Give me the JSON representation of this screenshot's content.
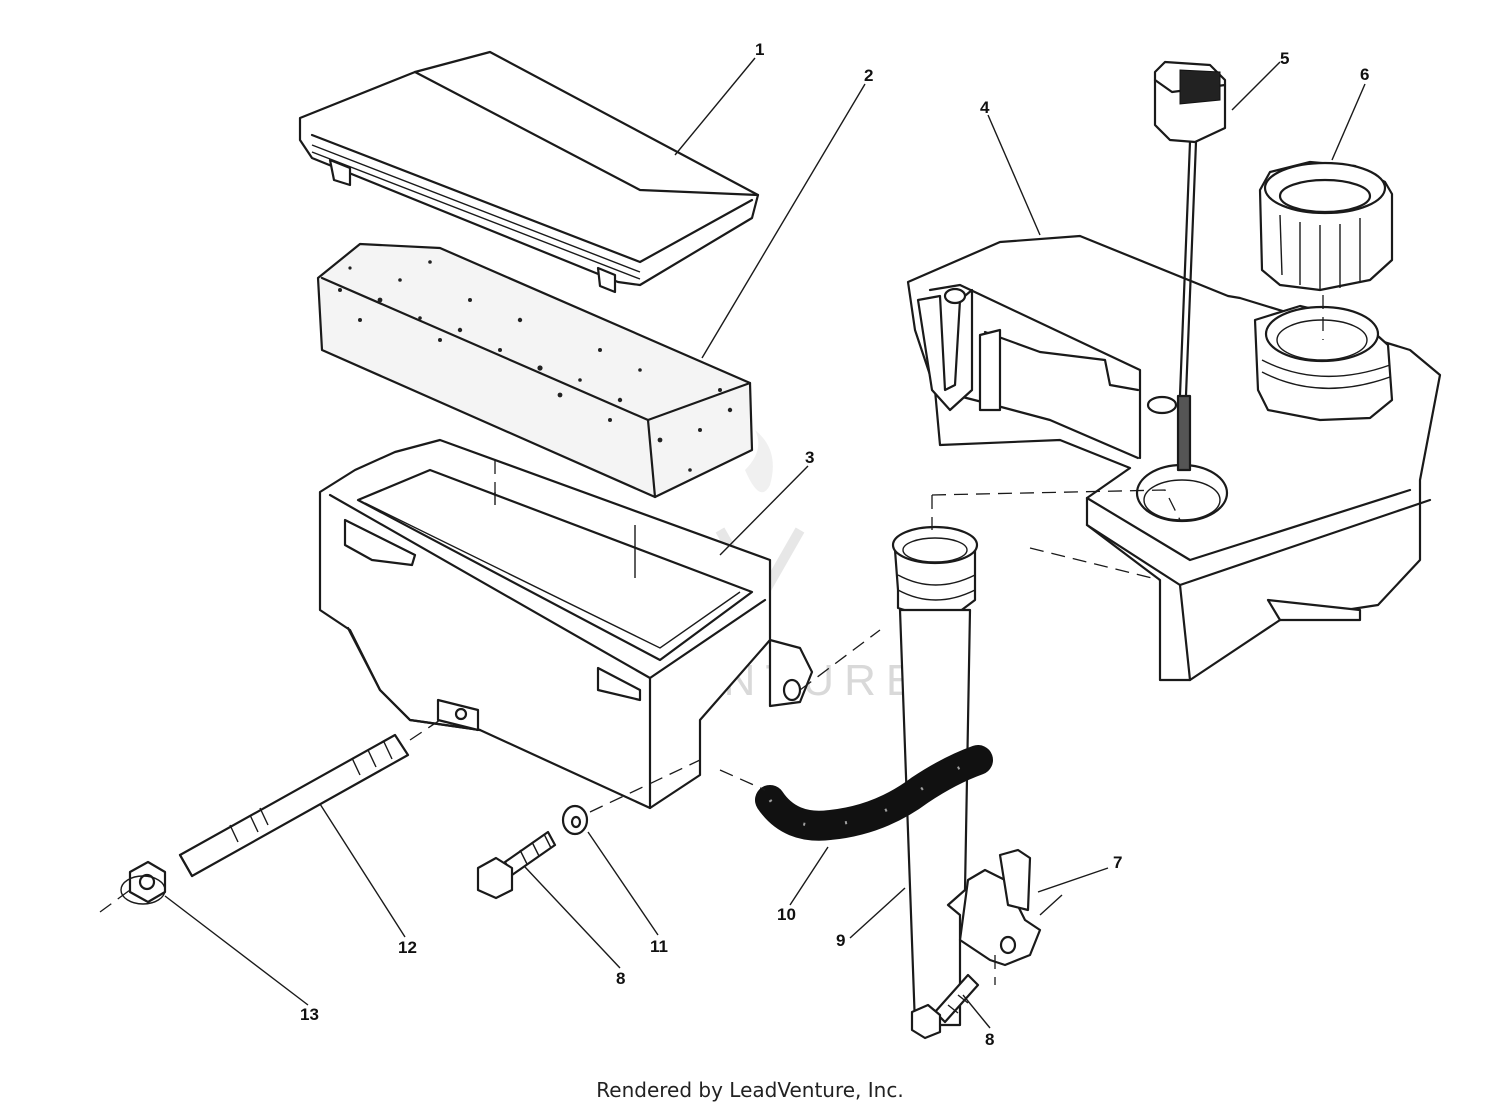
{
  "diagram": {
    "callouts": [
      {
        "id": "1",
        "label": "1"
      },
      {
        "id": "2",
        "label": "2"
      },
      {
        "id": "3",
        "label": "3"
      },
      {
        "id": "4",
        "label": "4"
      },
      {
        "id": "5",
        "label": "5"
      },
      {
        "id": "6",
        "label": "6"
      },
      {
        "id": "7",
        "label": "7"
      },
      {
        "id": "8a",
        "label": "8"
      },
      {
        "id": "8b",
        "label": "8"
      },
      {
        "id": "9",
        "label": "9"
      },
      {
        "id": "10",
        "label": "10"
      },
      {
        "id": "11",
        "label": "11"
      },
      {
        "id": "12",
        "label": "12"
      },
      {
        "id": "13",
        "label": "13"
      }
    ],
    "watermark": "LEADVENTURE"
  },
  "footer": {
    "credit": "Rendered by LeadVenture, Inc."
  }
}
